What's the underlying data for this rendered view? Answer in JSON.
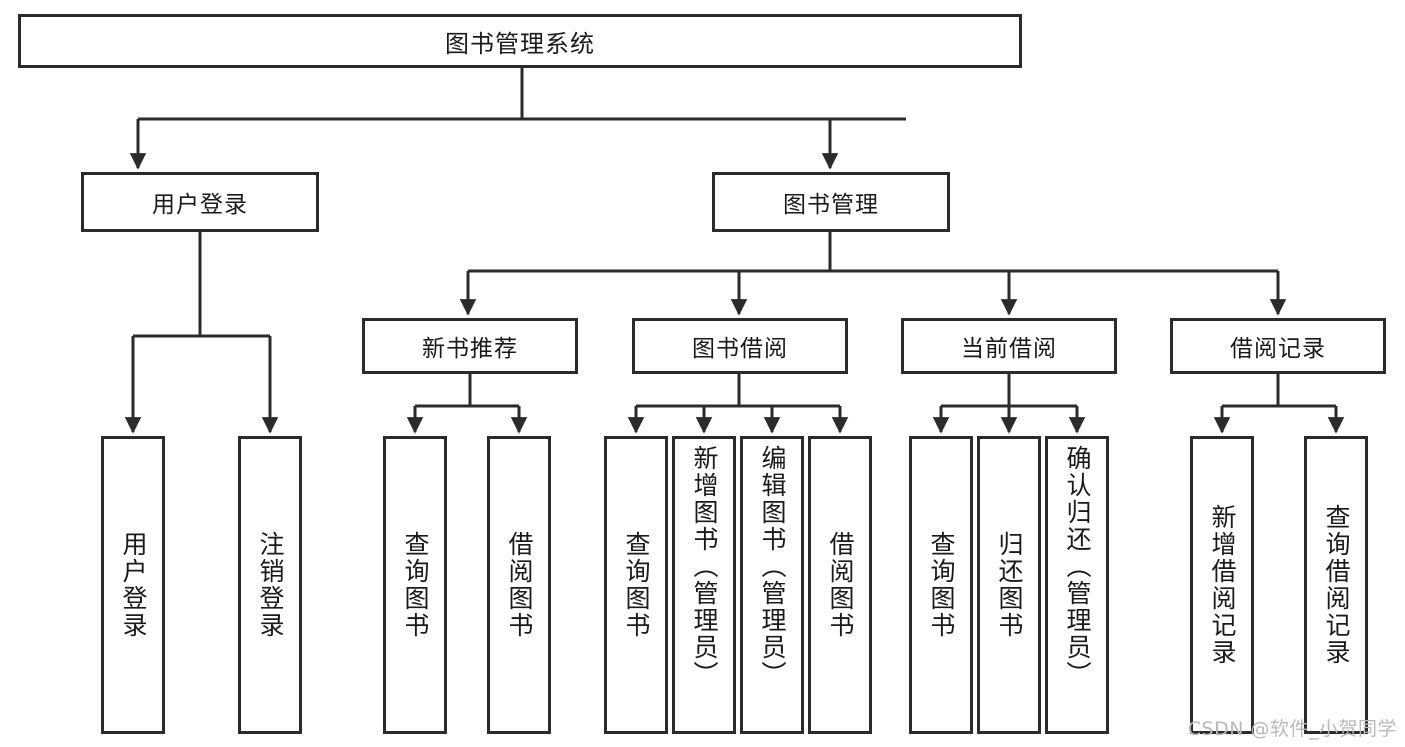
{
  "diagram": {
    "title": "图书管理系统",
    "watermark": "CSDN @软件_小贺同学",
    "colors": {
      "stroke": "#2b2b2b",
      "fill": "#ffffff",
      "text": "#1a1a1a",
      "watermark": "#b9b9b9"
    },
    "root": {
      "label": "图书管理系统"
    },
    "level2": [
      {
        "label": "用户登录"
      },
      {
        "label": "图书管理"
      }
    ],
    "level3": [
      {
        "label": "新书推荐"
      },
      {
        "label": "图书借阅"
      },
      {
        "label": "当前借阅"
      },
      {
        "label": "借阅记录"
      }
    ],
    "leaves": {
      "user_login": [
        {
          "label": "用户登录"
        },
        {
          "label": "注销登录"
        }
      ],
      "new_book_recommend": [
        {
          "label": "查询图书"
        },
        {
          "label": "借阅图书"
        }
      ],
      "book_borrow": [
        {
          "label": "查询图书"
        },
        {
          "label": "新增图书（管理员）"
        },
        {
          "label": "编辑图书（管理员）"
        },
        {
          "label": "借阅图书"
        }
      ],
      "current_borrow": [
        {
          "label": "查询图书"
        },
        {
          "label": "归还图书"
        },
        {
          "label": "确认归还（管理员）"
        }
      ],
      "borrow_record": [
        {
          "label": "新增借阅记录"
        },
        {
          "label": "查询借阅记录"
        }
      ]
    }
  }
}
